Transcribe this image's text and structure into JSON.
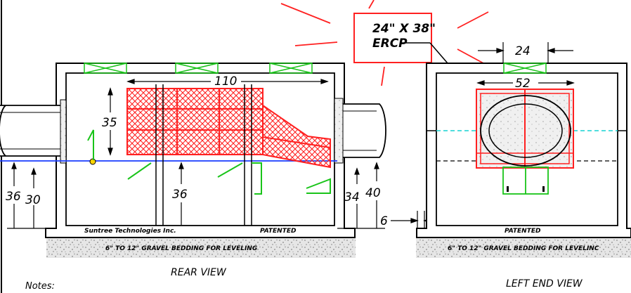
{
  "callout": {
    "line1": "24\" X 38\"",
    "line2": "ERCP"
  },
  "rear_view": {
    "title": "REAR VIEW",
    "company": "Suntree Technologies Inc.",
    "patented": "PATENTED",
    "bedding": "6\" TO 12\" GRAVEL BEDDING FOR LEVELING",
    "dims": {
      "width": "110",
      "basket_height": "35",
      "left_outer": "36",
      "left_inner": "30",
      "mid": "36",
      "right_inner": "34",
      "right_outer": "40",
      "wall": "6"
    }
  },
  "end_view": {
    "title": "LEFT END VIEW",
    "patented": "PATENTED",
    "bedding": "6\" TO 12\" GRAVEL BEDDING FOR LEVELINC",
    "dims": {
      "top": "24",
      "width": "52"
    }
  },
  "notes_label": "Notes:",
  "colors": {
    "red": "#ff2020",
    "green": "#19c419",
    "blue": "#1a3cff",
    "cyan": "#17d4d4",
    "gray": "#c8c8c8"
  }
}
